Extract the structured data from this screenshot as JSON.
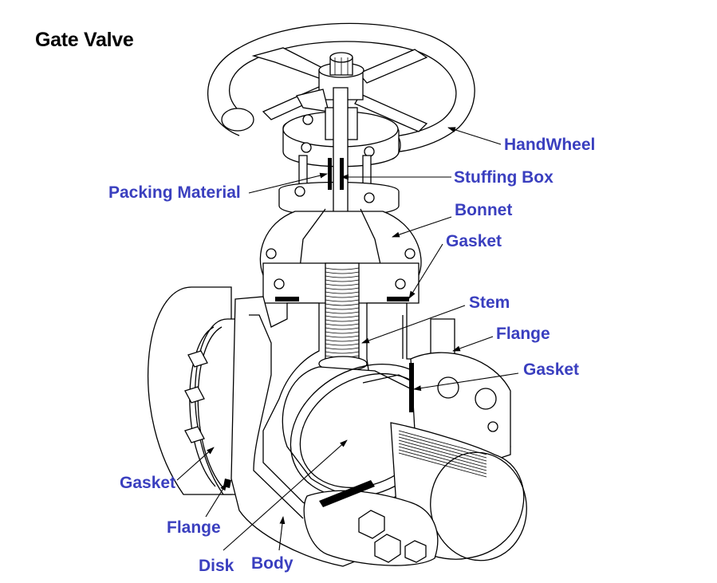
{
  "title": "Gate Valve",
  "labels": {
    "handwheel": "HandWheel",
    "stuffing_box": "Stuffing Box",
    "packing_material": "Packing Material",
    "bonnet": "Bonnet",
    "gasket_bonnet": "Gasket",
    "stem": "Stem",
    "flange_right": "Flange",
    "gasket_right": "Gasket",
    "gasket_left": "Gasket",
    "flange_left": "Flange",
    "disk": "Disk",
    "body": "Body"
  },
  "colors": {
    "label": "#3a3fbf",
    "line": "#000000",
    "background": "#ffffff"
  }
}
